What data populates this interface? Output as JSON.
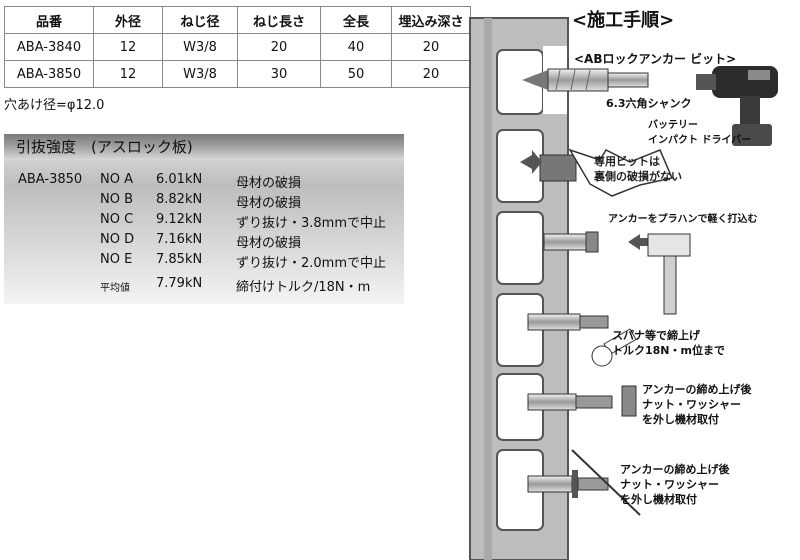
{
  "spec_table": {
    "headers": [
      "品番",
      "外径",
      "ねじ径",
      "ねじ長さ",
      "全長",
      "埋込み深さ"
    ],
    "rows": [
      [
        "ABA-3840",
        "12",
        "W3/8",
        "20",
        "40",
        "20"
      ],
      [
        "ABA-3850",
        "12",
        "W3/8",
        "30",
        "50",
        "20"
      ]
    ]
  },
  "drill_note": "穴あけ径=φ12.0",
  "strength": {
    "title": "引抜強度　(アスロック板)",
    "model": "ABA-3850",
    "results": [
      {
        "no": "NO A",
        "value": "6.01kN",
        "mode": "母材の破損"
      },
      {
        "no": "NO B",
        "value": "8.82kN",
        "mode": "母材の破損"
      },
      {
        "no": "NO C",
        "value": "9.12kN",
        "mode": "ずり抜け・3.8mmで中止"
      },
      {
        "no": "NO D",
        "value": "7.16kN",
        "mode": "母材の破損"
      },
      {
        "no": "NO E",
        "value": "7.85kN",
        "mode": "ずり抜け・2.0mmで中止"
      },
      {
        "no": "平均値",
        "value": "7.79kN",
        "mode": "締付けトルク/18N・m"
      }
    ]
  },
  "procedure": {
    "title": "<施工手順>",
    "bit_label": "<ABロックアンカー ビット>",
    "shank_label": "6.3六角シャンク",
    "driver_label": "バッテリー\nインパクト ドライバー",
    "bit_note": "専用ビットは\n裏側の破損がない",
    "tap_label": "アンカーをプラハンで軽く打込む",
    "torque_label": "スパナ等で締上げ\nトルク18N・m位まで",
    "remove_label": "アンカーの締め上げ後\nナット・ワッシャー\nを外し機材取付",
    "mount_label": "アンカーの締め上げ後\nナット・ワッシャー\nを外し機材取付"
  },
  "colors": {
    "board": "#bdbdbd",
    "board_edge": "#555555",
    "arrow": "#555555"
  }
}
